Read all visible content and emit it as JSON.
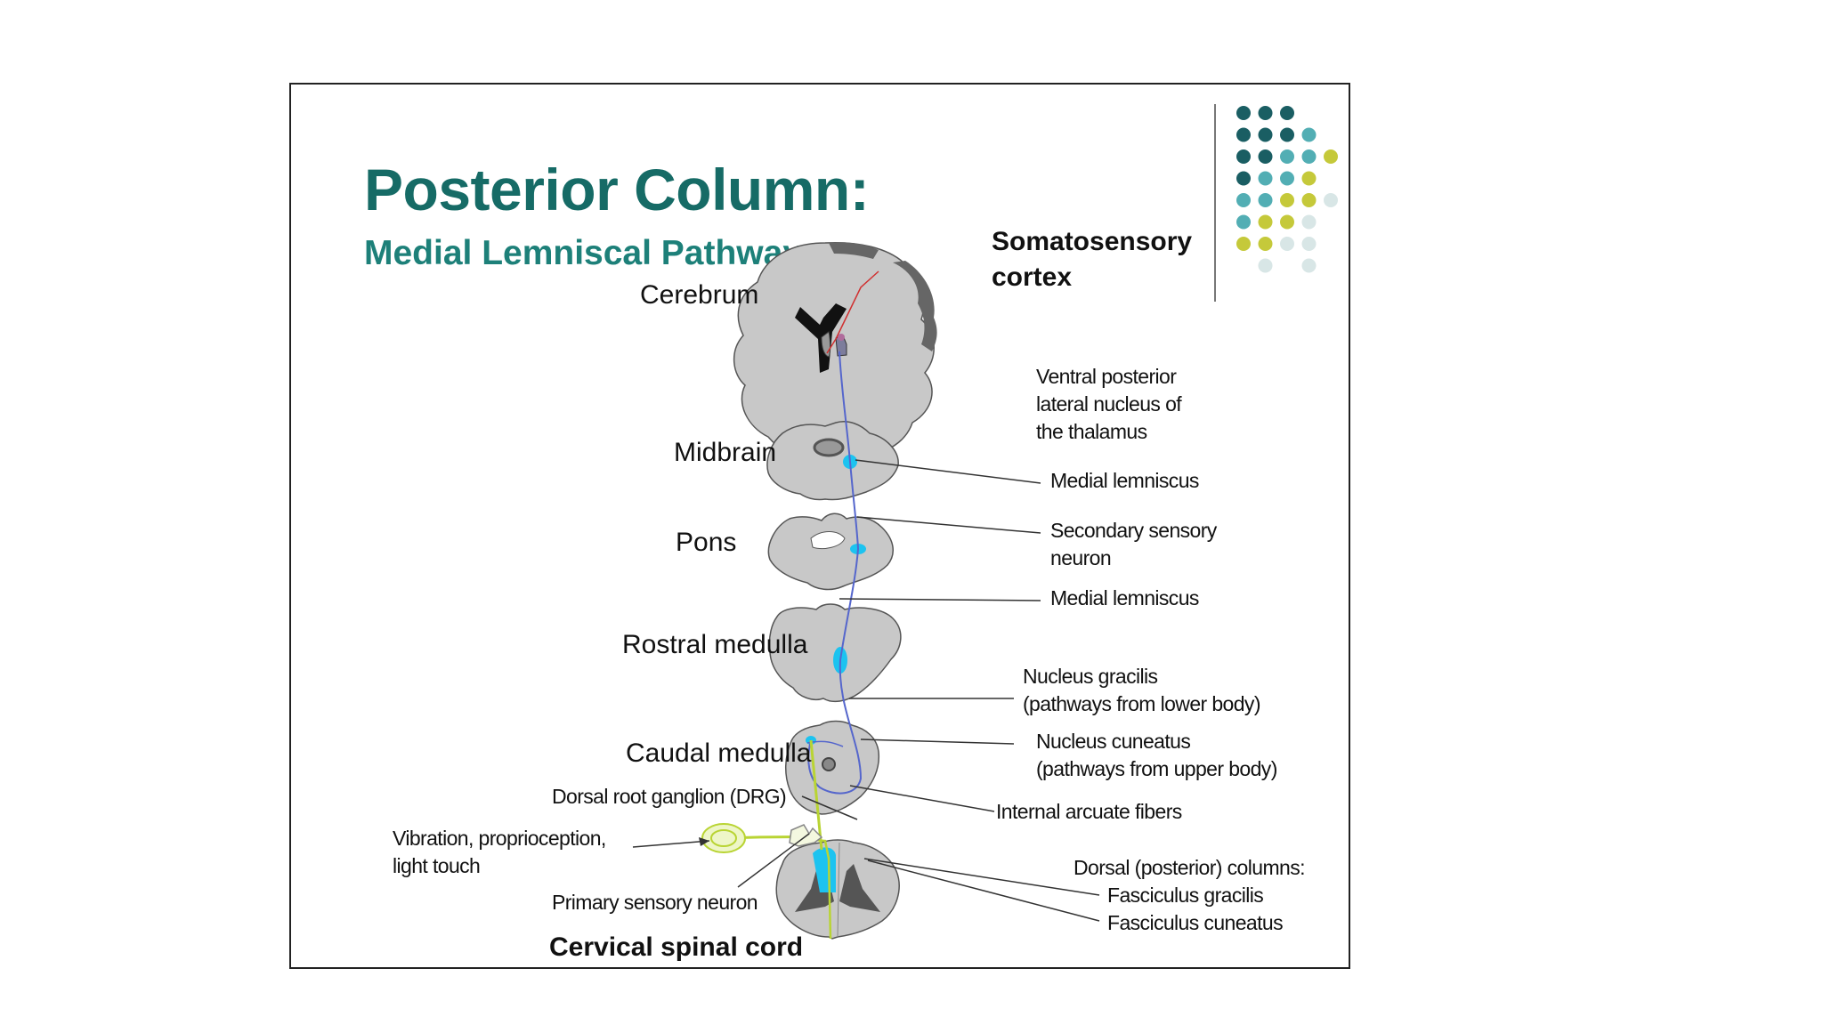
{
  "title": "Posterior Column:",
  "subtitle": "Medial Lemniscal Pathway",
  "regions": {
    "cerebrum": "Cerebrum",
    "midbrain": "Midbrain",
    "pons": "Pons",
    "rostral_medulla": "Rostral medulla",
    "caudal_medulla": "Caudal medulla",
    "cervical_spinal_cord": "Cervical spinal cord"
  },
  "labels": {
    "somatosensory_cortex_1": "Somatosensory",
    "somatosensory_cortex_2": "cortex",
    "vpl_1": "Ventral posterior",
    "vpl_2": "lateral nucleus of",
    "vpl_3": "the thalamus",
    "medial_lemniscus_upper": "Medial lemniscus",
    "secondary_neuron_1": "Secondary sensory",
    "secondary_neuron_2": "neuron",
    "medial_lemniscus_lower": "Medial lemniscus",
    "nucleus_gracilis_1": "Nucleus gracilis",
    "nucleus_gracilis_2": "(pathways from lower body)",
    "nucleus_cuneatus_1": "Nucleus cuneatus",
    "nucleus_cuneatus_2": "(pathways from upper body)",
    "internal_arcuate": "Internal arcuate fibers",
    "drg": "Dorsal root ganglion (DRG)",
    "stimulus_1": "Vibration, proprioception,",
    "stimulus_2": "light touch",
    "primary_neuron": "Primary sensory neuron",
    "dorsal_columns": "Dorsal (posterior) columns:",
    "fasciculus_gracilis": "Fasciculus gracilis",
    "fasciculus_cuneatus": "Fasciculus cuneatus"
  },
  "colors": {
    "title": "#166b66",
    "tissue": "#c8c8c8",
    "tissue_dark": "#666666",
    "nucleus": "#1cc3f0",
    "pathway": "#5566cc",
    "primary_neuron": "#b9d433",
    "cortex_projection": "#d03030"
  },
  "decor_dots": [
    [
      "#1a5e63",
      "#1a5e63",
      "#1a5e63",
      null,
      null
    ],
    [
      "#1a5e63",
      "#1a5e63",
      "#1a5e63",
      "#52aeb4",
      null
    ],
    [
      "#1a5e63",
      "#1a5e63",
      "#52aeb4",
      "#52aeb4",
      "#c5c93a"
    ],
    [
      "#1a5e63",
      "#52aeb4",
      "#52aeb4",
      "#c5c93a",
      null
    ],
    [
      "#52aeb4",
      "#52aeb4",
      "#c5c93a",
      "#c5c93a",
      "#d8e6e6"
    ],
    [
      "#52aeb4",
      "#c5c93a",
      "#c5c93a",
      "#d8e6e6",
      null
    ],
    [
      "#c5c93a",
      "#c5c93a",
      "#d8e6e6",
      "#d8e6e6",
      null
    ],
    [
      null,
      "#d8e6e6",
      null,
      "#d8e6e6",
      null
    ]
  ]
}
